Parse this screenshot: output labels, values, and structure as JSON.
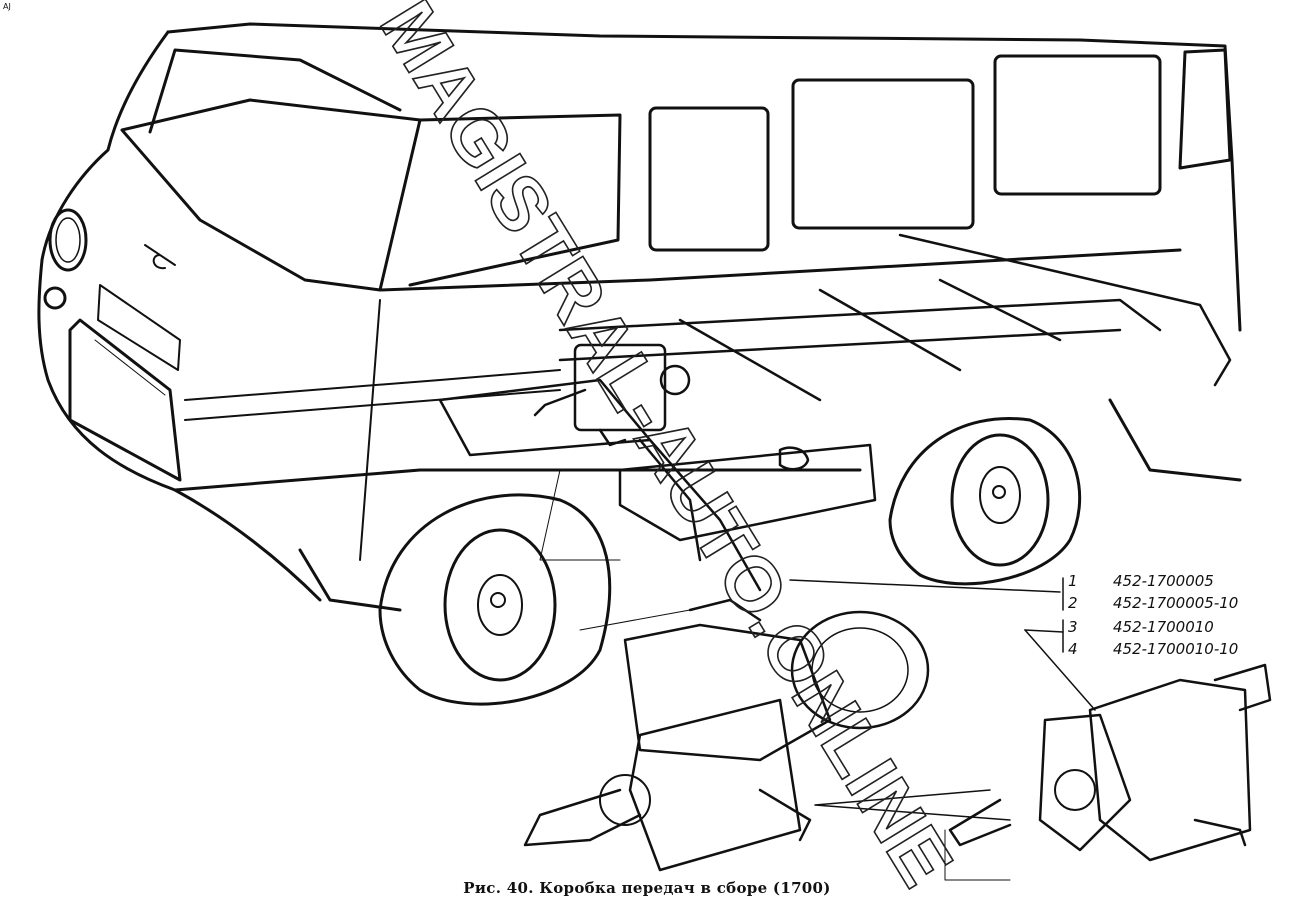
{
  "figure": {
    "page_mark": "AJ",
    "caption": "Рис. 40. Коробка передач в сборе (1700)",
    "watermark": "MAGISTRAL-AUTO.ONLINE"
  },
  "parts_legend": [
    {
      "num": "1",
      "part": "452-1700005"
    },
    {
      "num": "2",
      "part": "452-1700005-10"
    },
    {
      "num": "3",
      "part": "452-1700010"
    },
    {
      "num": "4",
      "part": "452-1700010-10"
    }
  ]
}
